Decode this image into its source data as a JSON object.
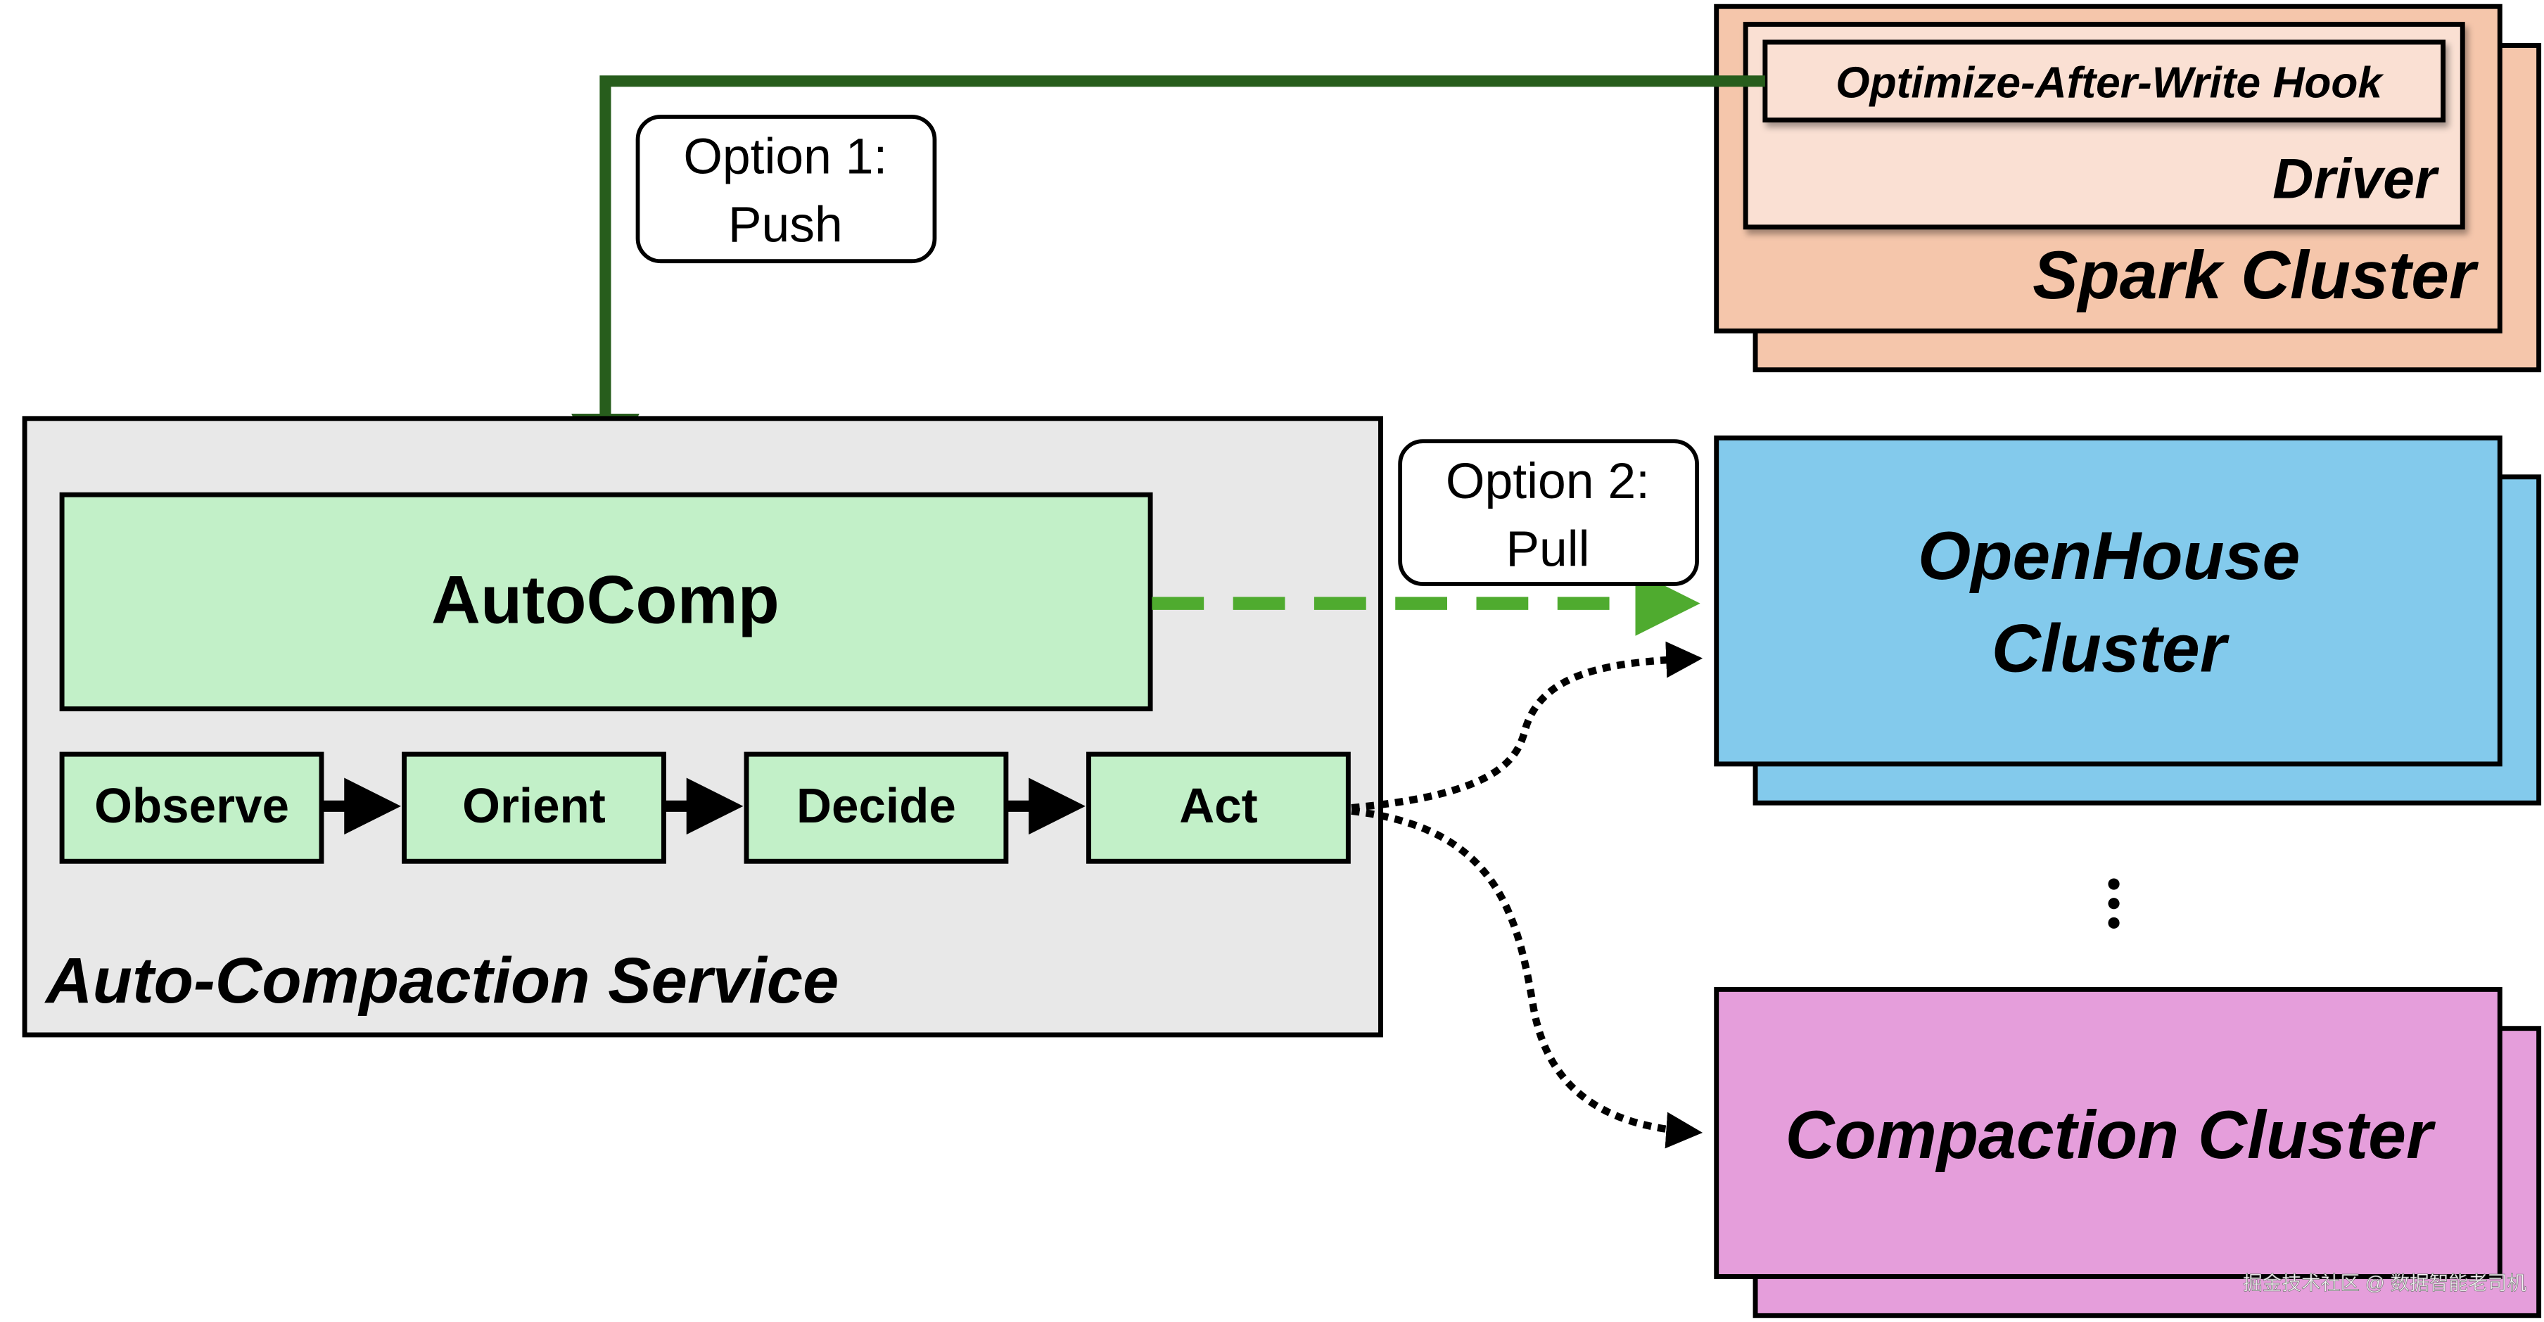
{
  "spark": {
    "hook": "Optimize-After-Write Hook",
    "driver": "Driver",
    "cluster": "Spark Cluster"
  },
  "option1": {
    "line1": "Option 1:",
    "line2": "Push"
  },
  "option2": {
    "line1": "Option 2:",
    "line2": "Pull"
  },
  "service": {
    "title": "Auto-Compaction Service",
    "autocomp": "AutoComp",
    "steps": [
      "Observe",
      "Orient",
      "Decide",
      "Act"
    ]
  },
  "openhouse": {
    "line1": "OpenHouse",
    "line2": "Cluster"
  },
  "ellipsis": "⋮",
  "compaction": {
    "label": "Compaction Cluster"
  },
  "watermark": "掘金技术社区 @ 数据智能老司机",
  "colors": {
    "spark": "#f5c6ab",
    "driver": "#fae0d3",
    "service": "#e8e8e8",
    "autocomp": "#c2f0c8",
    "openhouse": "#83caec",
    "compaction": "#e59edb",
    "push_arrow": "#275d1c",
    "pull_arrow": "#4fab2f"
  }
}
